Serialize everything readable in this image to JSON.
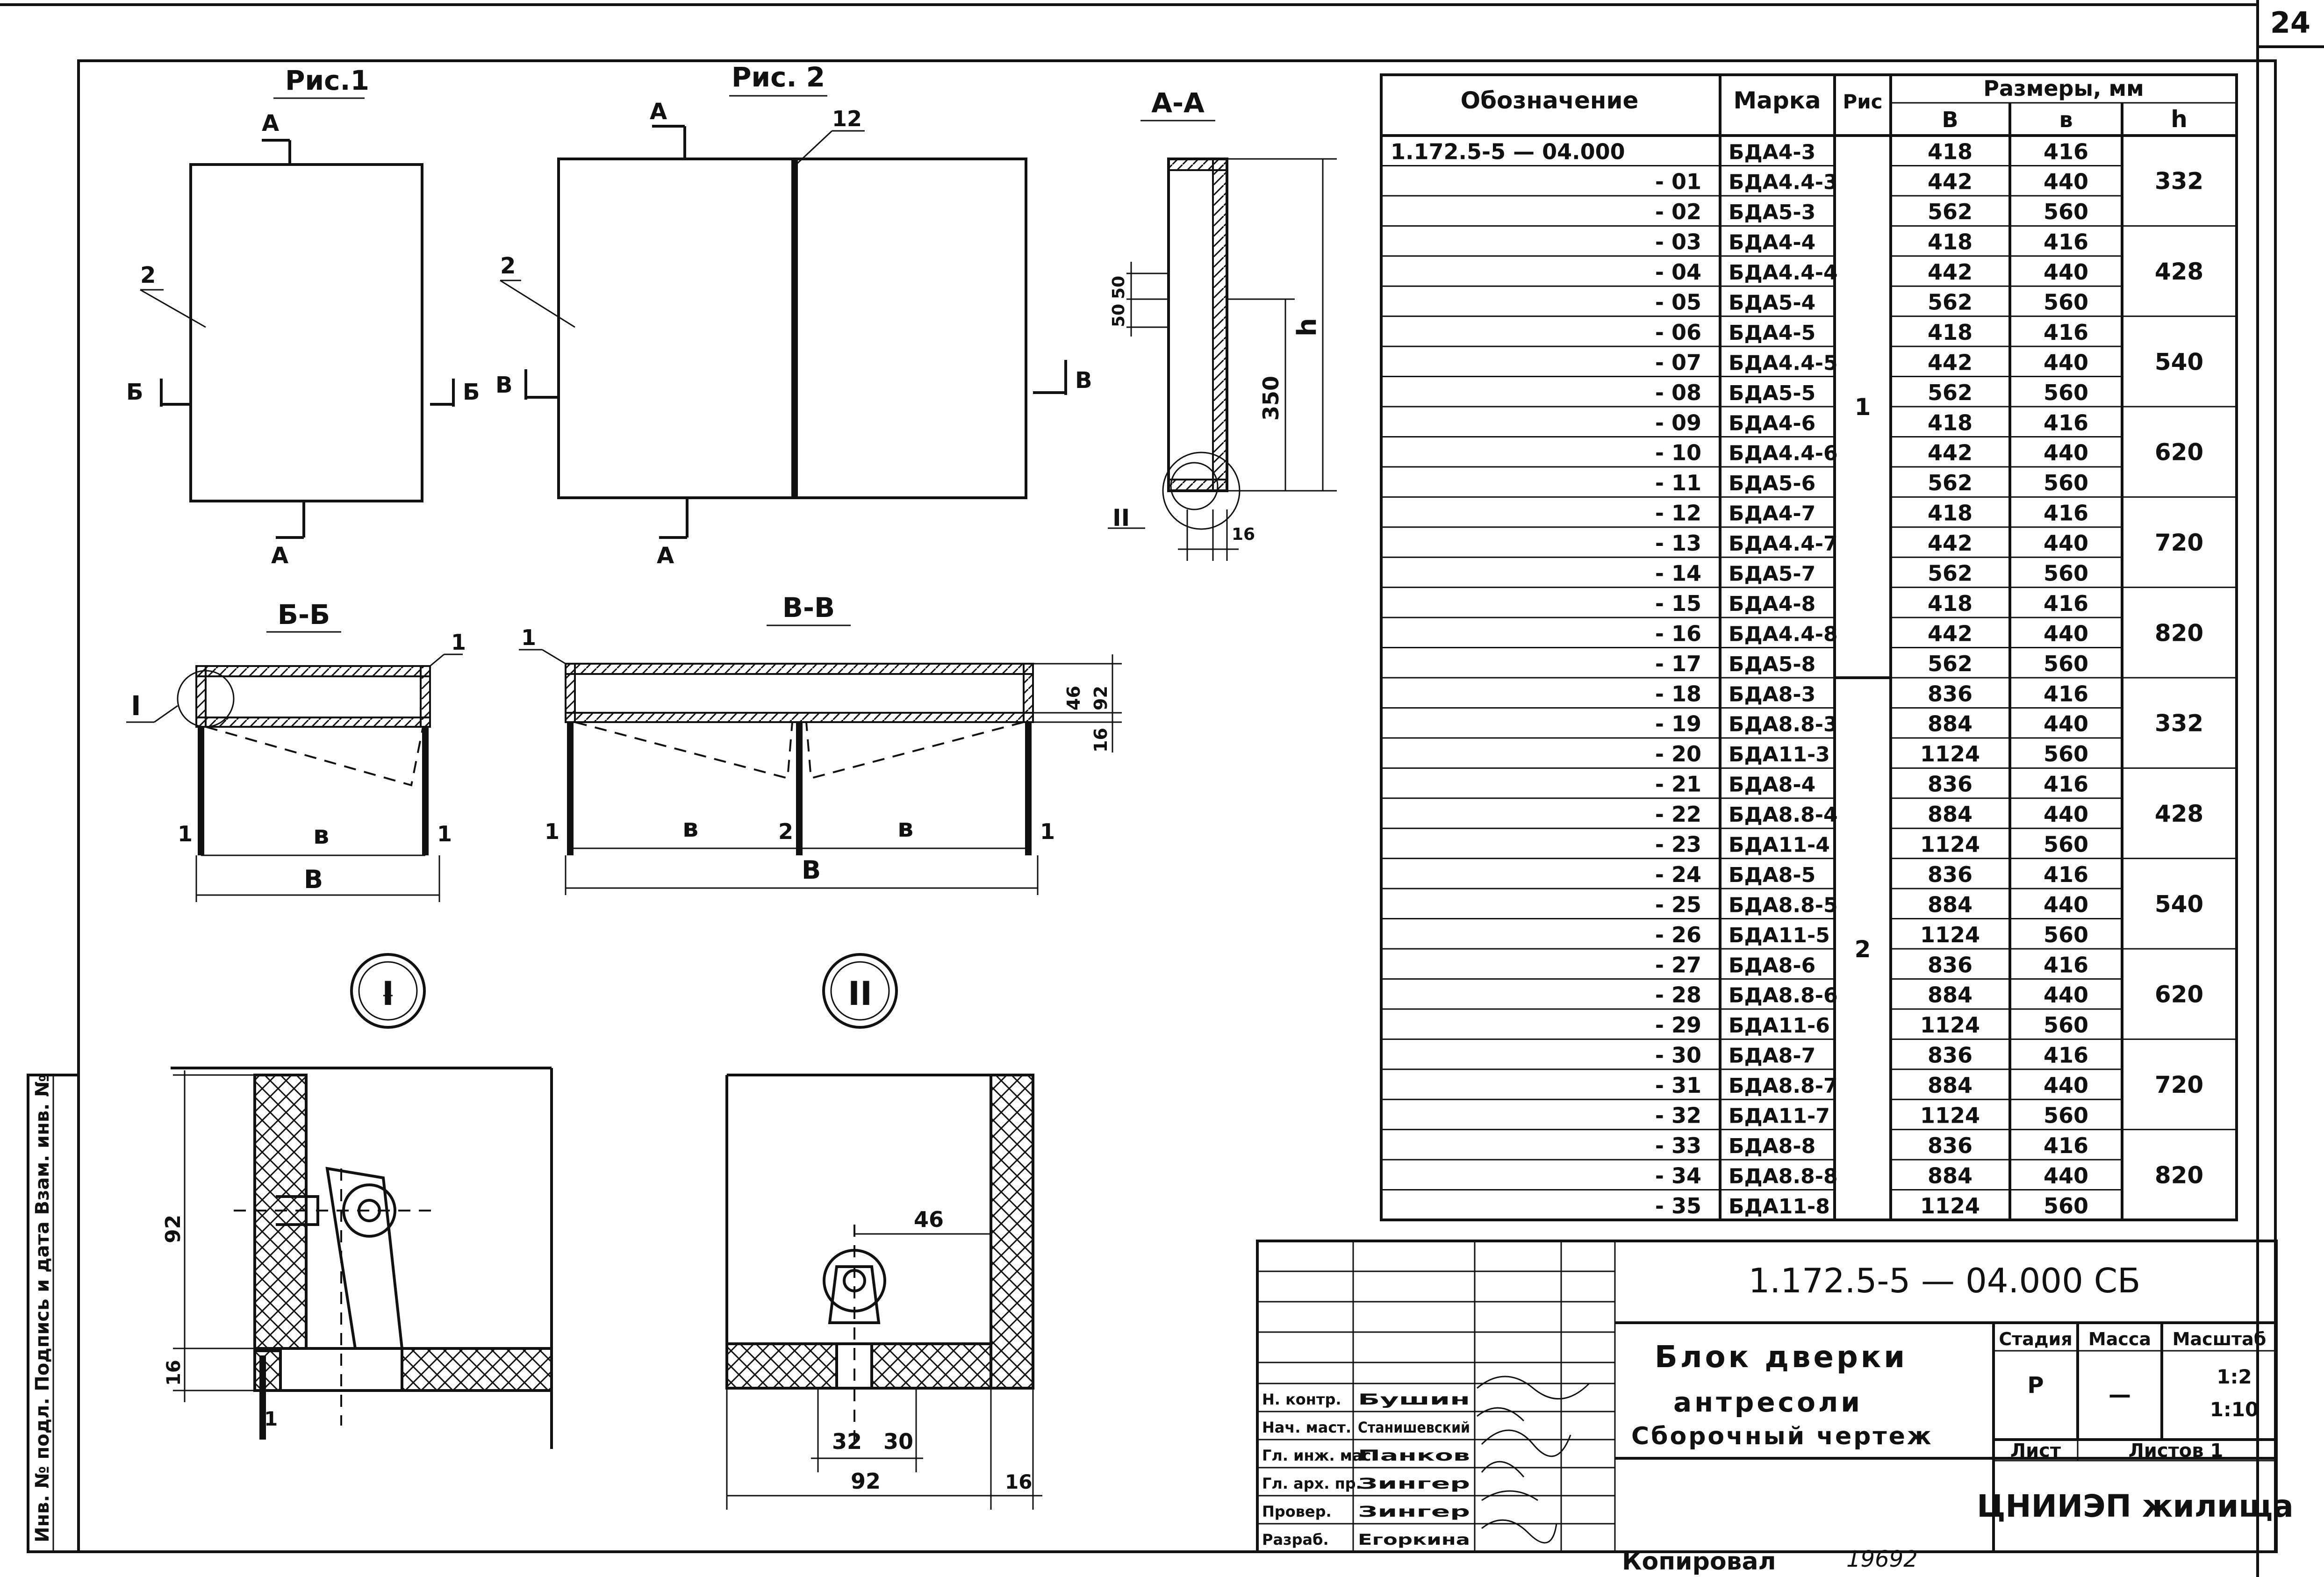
{
  "sheet": {
    "page_number": "24",
    "copy_note": "Копировал",
    "copy_number": "19692",
    "archive_stamp": "Инв. № подл.  Подпись и дата  Взам. инв. №"
  },
  "figures": {
    "fig1_title": "Рис.1",
    "fig2_title": "Рис. 2",
    "section_aa": "А-А",
    "section_bb": "Б-Б",
    "section_vv": "В-В",
    "detail_i": "I",
    "detail_ii": "II",
    "cut_a": "А",
    "cut_b": "Б",
    "cut_v": "В",
    "pos_1": "1",
    "pos_2": "2",
    "pos_12": "12",
    "dim_b_small": "в",
    "dim_b_big": "В",
    "dim_h": "h",
    "dim_50a": "50",
    "dim_50b": "50",
    "dim_350": "350",
    "dim_16": "16",
    "dim_92": "92",
    "dim_46": "46",
    "dim_32": "32",
    "dim_30": "30"
  },
  "spec_table": {
    "headers": {
      "designation": "Обозначение",
      "mark": "Марка",
      "fig": "Рис",
      "sizes": "Размеры, мм",
      "size_B": "В",
      "size_b": "в",
      "size_h": "h"
    },
    "rows": [
      {
        "designation": "1.172.5-5 — 04.000",
        "mark": "БДА4-3",
        "B": "418",
        "b": "416"
      },
      {
        "designation": "- 01",
        "mark": "БДА4.4-3",
        "B": "442",
        "b": "440"
      },
      {
        "designation": "- 02",
        "mark": "БДА5-3",
        "B": "562",
        "b": "560"
      },
      {
        "designation": "- 03",
        "mark": "БДА4-4",
        "B": "418",
        "b": "416"
      },
      {
        "designation": "- 04",
        "mark": "БДА4.4-4",
        "B": "442",
        "b": "440"
      },
      {
        "designation": "- 05",
        "mark": "БДА5-4",
        "B": "562",
        "b": "560"
      },
      {
        "designation": "- 06",
        "mark": "БДА4-5",
        "B": "418",
        "b": "416"
      },
      {
        "designation": "- 07",
        "mark": "БДА4.4-5",
        "B": "442",
        "b": "440"
      },
      {
        "designation": "- 08",
        "mark": "БДА5-5",
        "B": "562",
        "b": "560"
      },
      {
        "designation": "- 09",
        "mark": "БДА4-6",
        "B": "418",
        "b": "416"
      },
      {
        "designation": "- 10",
        "mark": "БДА4.4-6",
        "B": "442",
        "b": "440"
      },
      {
        "designation": "- 11",
        "mark": "БДА5-6",
        "B": "562",
        "b": "560"
      },
      {
        "designation": "- 12",
        "mark": "БДА4-7",
        "B": "418",
        "b": "416"
      },
      {
        "designation": "- 13",
        "mark": "БДА4.4-7",
        "B": "442",
        "b": "440"
      },
      {
        "designation": "- 14",
        "mark": "БДА5-7",
        "B": "562",
        "b": "560"
      },
      {
        "designation": "- 15",
        "mark": "БДА4-8",
        "B": "418",
        "b": "416"
      },
      {
        "designation": "- 16",
        "mark": "БДА4.4-8",
        "B": "442",
        "b": "440"
      },
      {
        "designation": "- 17",
        "mark": "БДА5-8",
        "B": "562",
        "b": "560"
      },
      {
        "designation": "- 18",
        "mark": "БДА8-3",
        "B": "836",
        "b": "416"
      },
      {
        "designation": "- 19",
        "mark": "БДА8.8-3",
        "B": "884",
        "b": "440"
      },
      {
        "designation": "- 20",
        "mark": "БДА11-3",
        "B": "1124",
        "b": "560"
      },
      {
        "designation": "- 21",
        "mark": "БДА8-4",
        "B": "836",
        "b": "416"
      },
      {
        "designation": "- 22",
        "mark": "БДА8.8-4",
        "B": "884",
        "b": "440"
      },
      {
        "designation": "- 23",
        "mark": "БДА11-4",
        "B": "1124",
        "b": "560"
      },
      {
        "designation": "- 24",
        "mark": "БДА8-5",
        "B": "836",
        "b": "416"
      },
      {
        "designation": "- 25",
        "mark": "БДА8.8-5",
        "B": "884",
        "b": "440"
      },
      {
        "designation": "- 26",
        "mark": "БДА11-5",
        "B": "1124",
        "b": "560"
      },
      {
        "designation": "- 27",
        "mark": "БДА8-6",
        "B": "836",
        "b": "416"
      },
      {
        "designation": "- 28",
        "mark": "БДА8.8-6",
        "B": "884",
        "b": "440"
      },
      {
        "designation": "- 29",
        "mark": "БДА11-6",
        "B": "1124",
        "b": "560"
      },
      {
        "designation": "- 30",
        "mark": "БДА8-7",
        "B": "836",
        "b": "416"
      },
      {
        "designation": "- 31",
        "mark": "БДА8.8-7",
        "B": "884",
        "b": "440"
      },
      {
        "designation": "- 32",
        "mark": "БДА11-7",
        "B": "1124",
        "b": "560"
      },
      {
        "designation": "- 33",
        "mark": "БДА8-8",
        "B": "836",
        "b": "416"
      },
      {
        "designation": "- 34",
        "mark": "БДА8.8-8",
        "B": "884",
        "b": "440"
      },
      {
        "designation": "- 35",
        "mark": "БДА11-8",
        "B": "1124",
        "b": "560"
      }
    ],
    "fig_groups": [
      "1",
      "2"
    ],
    "h_groups": [
      "332",
      "428",
      "540",
      "620",
      "720",
      "820",
      "332",
      "428",
      "540",
      "620",
      "720",
      "820"
    ]
  },
  "title_block": {
    "doc_code": "1.172.5-5 — 04.000 СБ",
    "title_line1": "Блок дверки",
    "title_line2": "антресоли",
    "title_line3": "Сборочный чертеж",
    "stage_label": "Стадия",
    "mass_label": "Масса",
    "scale_label": "Масштаб",
    "stage_value": "Р",
    "mass_value": "—",
    "scale_value1": "1:2",
    "scale_value2": "1:10",
    "sheet_label": "Лист",
    "sheets_label": "Листов 1",
    "organization": "ЦНИИЭП жилища",
    "signatures": [
      {
        "role": "Н. контр.",
        "name": "Бушин"
      },
      {
        "role": "Нач. маст.",
        "name": "Станишевский"
      },
      {
        "role": "Гл. инж. мас.",
        "name": "Панков"
      },
      {
        "role": "Гл. арх. пр.",
        "name": "Зингер"
      },
      {
        "role": "Провер.",
        "name": "Зингер"
      },
      {
        "role": "Разраб.",
        "name": "Егоркина"
      }
    ]
  }
}
